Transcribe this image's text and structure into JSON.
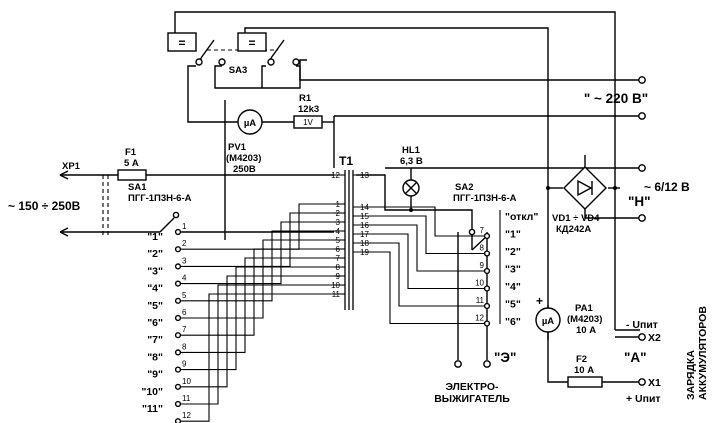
{
  "title": "",
  "mains": {
    "label": "\" ~ 220 В\""
  },
  "sa3": {
    "label": "SA3",
    "sym_left": "=",
    "sym_right": "="
  },
  "pv1": {
    "ref": "PV1",
    "model": "(М4203)",
    "rating": "250В",
    "symbol": "µA"
  },
  "r1": {
    "ref": "R1",
    "value": "12k3",
    "body": "1V"
  },
  "xp1": {
    "ref": "XP1"
  },
  "f1": {
    "ref": "F1",
    "rating": "5 А"
  },
  "input_range": {
    "label": "~ 150 ÷ 250В"
  },
  "sa1": {
    "ref": "SA1",
    "model": "ПГГ-1П3Н-6-А",
    "positions": [
      "\"1\"",
      "\"2\"",
      "\"3\"",
      "\"4\"",
      "\"5\"",
      "\"6\"",
      "\"7\"",
      "\"8\"",
      "\"9\"",
      "\"10\"",
      "\"11\""
    ],
    "contacts": [
      "1",
      "2",
      "3",
      "4",
      "5",
      "6",
      "7",
      "8",
      "9",
      "10",
      "11",
      "12"
    ]
  },
  "t1": {
    "ref": "T1",
    "primary_taps": [
      "12",
      "1",
      "2",
      "3",
      "4",
      "5",
      "6",
      "7",
      "8",
      "9",
      "10",
      "11"
    ],
    "secondary_taps": [
      "13",
      "14",
      "15",
      "16",
      "17",
      "18",
      "19"
    ]
  },
  "hl1": {
    "ref": "HL1",
    "rating": "6,3 В"
  },
  "sa2": {
    "ref": "SA2",
    "model": "ПГГ-1П3Н-6-А",
    "positions": [
      "\"откл\"",
      "\"1\"",
      "\"2\"",
      "\"3\"",
      "\"4\"",
      "\"5\"",
      "\"6\""
    ],
    "contacts": [
      "7",
      "8",
      "9",
      "10",
      "11",
      "12"
    ]
  },
  "bridge": {
    "ref": "VD1 ÷ VD4",
    "model": "КД242А"
  },
  "ac_out": {
    "label": "~ 6/12 В"
  },
  "h_label": "\"Н\"",
  "pa1": {
    "ref": "PA1",
    "model": "(М4203)",
    "rating": "10 А",
    "symbol": "µA",
    "plus": "+"
  },
  "x2": {
    "ref": "X2",
    "label": "- Uпит"
  },
  "x1": {
    "ref": "X1",
    "label": "+ Uпит"
  },
  "a_label": "\"А\"",
  "f2": {
    "ref": "F2",
    "rating": "10 А"
  },
  "e_label": "\"Э\"",
  "burner": {
    "line1": "ЭЛЕКТРО-",
    "line2": "ВЫЖИГАТЕЛЬ"
  },
  "charger": {
    "line1": "ЗАРЯДКА",
    "line2": "АККУМУЛЯТОРОВ"
  }
}
